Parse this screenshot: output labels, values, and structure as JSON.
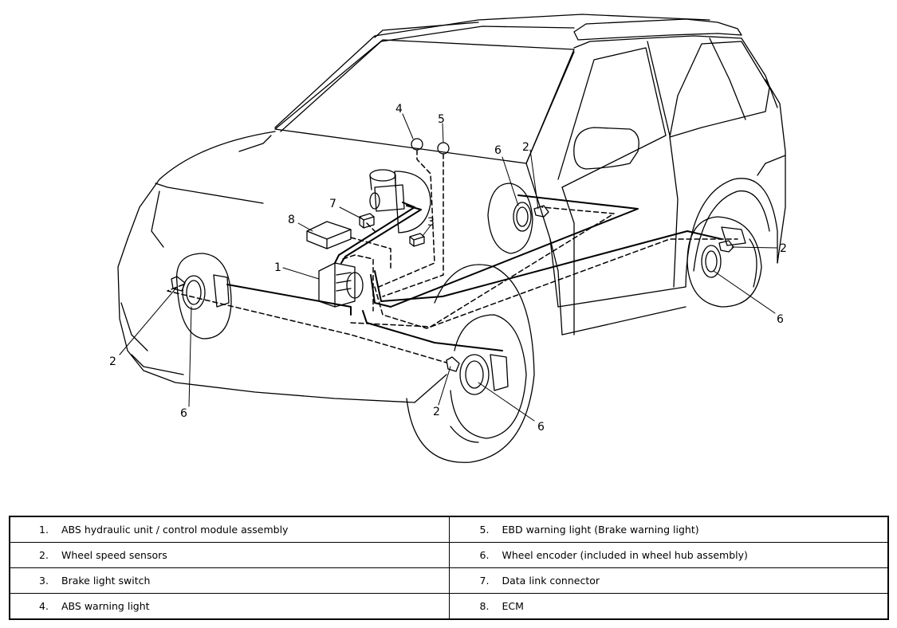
{
  "callouts": [
    {
      "id": "c1",
      "text": "1"
    },
    {
      "id": "c2a",
      "text": "2"
    },
    {
      "id": "c2b",
      "text": "2"
    },
    {
      "id": "c2c",
      "text": "2"
    },
    {
      "id": "c2d",
      "text": "2"
    },
    {
      "id": "c3",
      "text": "3"
    },
    {
      "id": "c4",
      "text": "4"
    },
    {
      "id": "c5",
      "text": "5"
    },
    {
      "id": "c6a",
      "text": "6"
    },
    {
      "id": "c6b",
      "text": "6"
    },
    {
      "id": "c6c",
      "text": "6"
    },
    {
      "id": "c6d",
      "text": "6"
    },
    {
      "id": "c7",
      "text": "7"
    },
    {
      "id": "c8",
      "text": "8"
    }
  ],
  "legend": [
    {
      "num": "1.",
      "text": "ABS hydraulic unit / control module assembly"
    },
    {
      "num": "2.",
      "text": "Wheel speed sensors"
    },
    {
      "num": "3.",
      "text": "Brake light switch"
    },
    {
      "num": "4.",
      "text": "ABS warning light"
    },
    {
      "num": "5.",
      "text": "EBD warning light (Brake warning light)"
    },
    {
      "num": "6.",
      "text": "Wheel encoder (included in wheel hub assembly)"
    },
    {
      "num": "7.",
      "text": "Data link connector"
    },
    {
      "num": "8.",
      "text": "ECM"
    }
  ]
}
